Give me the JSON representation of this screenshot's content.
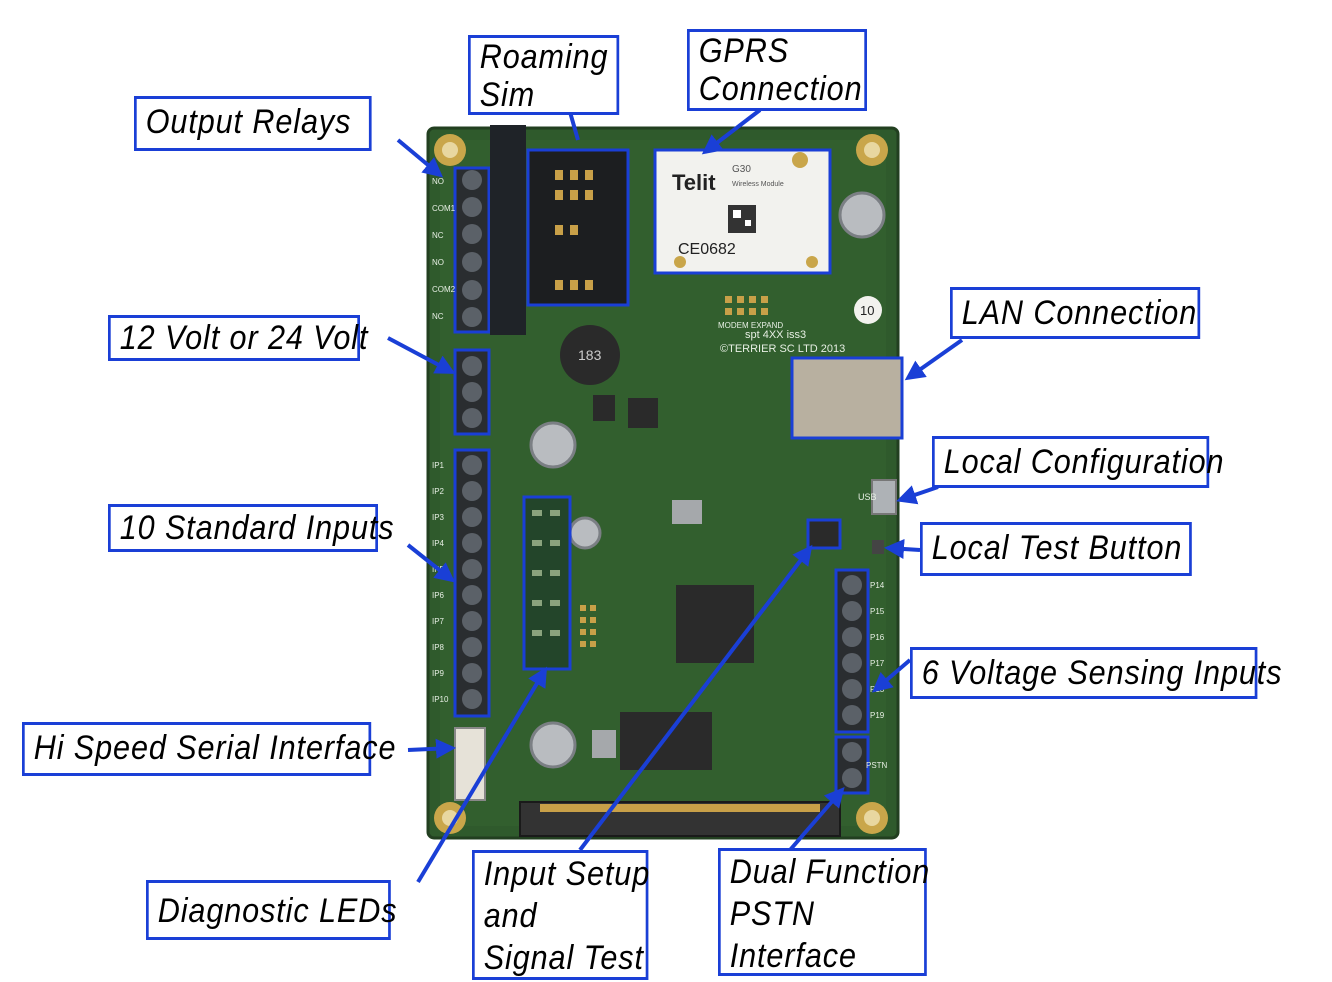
{
  "labels": {
    "roaming_sim": [
      "Roaming",
      "Sim"
    ],
    "gprs": [
      "GPRS",
      "Connection"
    ],
    "output_relays": "Output Relays",
    "volt": "12 Volt or 24 Volt",
    "lan": "LAN Connection",
    "local_config": "Local Configuration",
    "std_inputs": "10 Standard Inputs",
    "test_button": "Local Test Button",
    "voltage_inputs": "6 Voltage Sensing Inputs",
    "serial": "Hi Speed Serial Interface",
    "diag_leds": "Diagnostic LEDs",
    "input_setup": [
      "Input Setup",
      "and",
      "Signal Test"
    ],
    "pstn": [
      "Dual Function",
      "PSTN",
      "Interface"
    ]
  },
  "board": {
    "module_brand": "Telit",
    "module_model": "G30",
    "module_sub": "Wireless Module",
    "ce_mark": "CE0682",
    "silk_main": "spt 4XX iss3",
    "silk_copyright": "©TERRIER SC LTD 2013",
    "silk_modem": "MODEM EXPAND",
    "silk_usb": "USB",
    "silk_pstn": "PSTN",
    "inductor_text": "183",
    "badge": "10",
    "relay_pins": [
      "NO",
      "COM1",
      "NC",
      "NO",
      "COM2",
      "NC"
    ],
    "input_pins": [
      "IP1",
      "IP2",
      "IP3",
      "IP4",
      "IP5",
      "IP6",
      "IP7",
      "IP8",
      "IP9",
      "IP10"
    ],
    "vs_pins": [
      "P14",
      "P15",
      "P16",
      "P17",
      "P18",
      "P19"
    ]
  },
  "colors": {
    "accent": "#1a3fd6",
    "pcb": "#2f5a2c",
    "pcb_dark": "#1f3f1d"
  }
}
